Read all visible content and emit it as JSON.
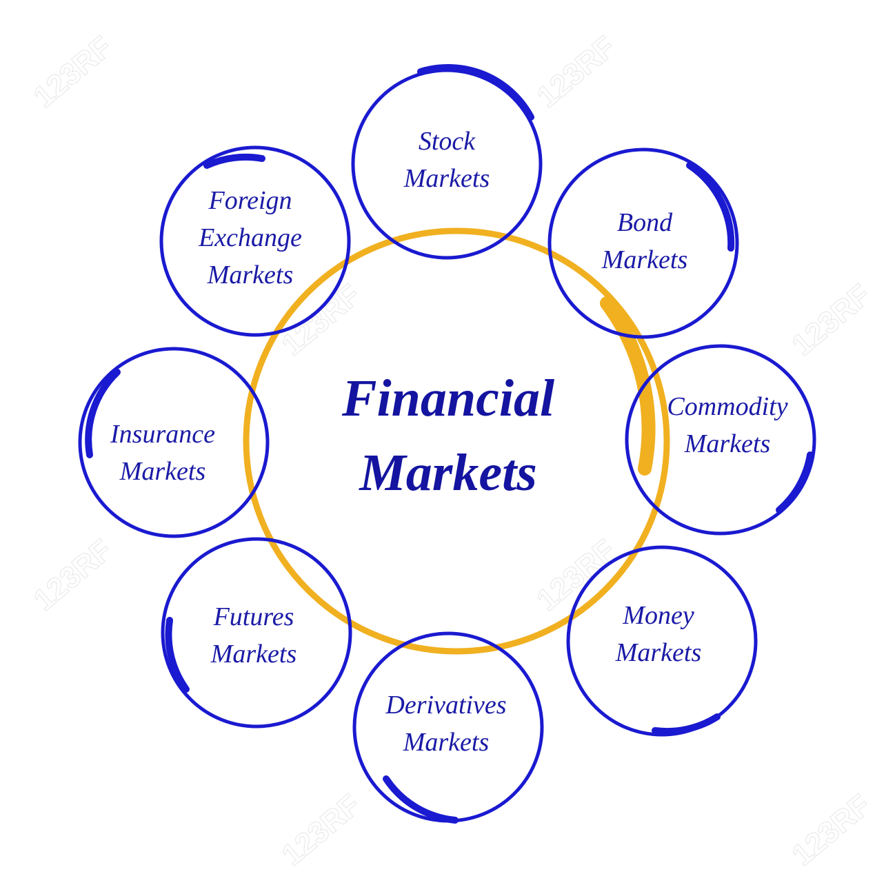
{
  "diagram": {
    "title": "Financial Markets",
    "center": {
      "line1": "Financial",
      "line2": "Markets"
    },
    "colors": {
      "node_stroke": "#1a1ad0",
      "ring_stroke": "#f0b020",
      "text": "#1a1aa6"
    },
    "nodes": [
      {
        "line1": "Stock",
        "line2": "Markets"
      },
      {
        "line1": "Bond",
        "line2": "Markets"
      },
      {
        "line1": "Commodity",
        "line2": "Markets"
      },
      {
        "line1": "Money",
        "line2": "Markets"
      },
      {
        "line1": "Derivatives",
        "line2": "Markets"
      },
      {
        "line1": "Futures",
        "line2": "Markets"
      },
      {
        "line1": "Insurance",
        "line2": "Markets"
      },
      {
        "line1": "Foreign",
        "line2": "Exchange",
        "line3": "Markets"
      }
    ],
    "watermark": "123RF"
  }
}
